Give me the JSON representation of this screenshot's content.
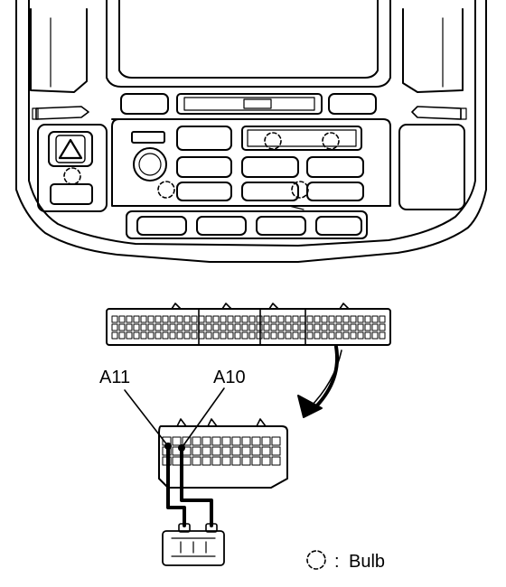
{
  "labels": {
    "pin_a11": "A11",
    "pin_a10": "A10",
    "legend_colon": ":",
    "legend_text": "Bulb"
  },
  "colors": {
    "line": "#000000",
    "background": "#ffffff"
  },
  "icons": {
    "hazard": "warning-triangle-icon",
    "bulb": "dashed-circle-bulb-icon",
    "arrow": "curved-arrow-icon",
    "battery": "battery-icon"
  }
}
